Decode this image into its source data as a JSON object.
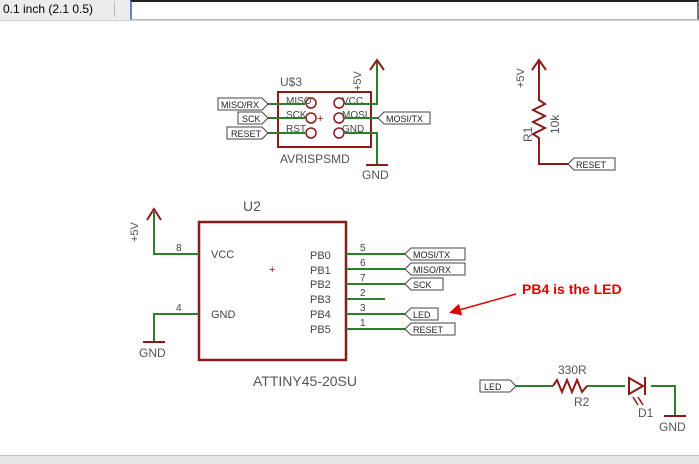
{
  "toolbar": {
    "grid_coordinate": "0.1 inch (2.1 0.5)",
    "command_input_value": ""
  },
  "colors": {
    "part": "#8b1a1a",
    "net": "#2e7d2e",
    "annotation": "#e00000",
    "label_border": "#444444",
    "background": "#ffffff"
  },
  "schematic": {
    "isp": {
      "name": "U$3",
      "value": "AVRISPSMD",
      "pins": [
        "MISO",
        "SCK",
        "RST",
        "VCC",
        "MOSI",
        "GND"
      ],
      "supply": "+5V",
      "ground": "GND",
      "net_labels": [
        "MISO/RX",
        "SCK",
        "RESET",
        "MOSI/TX"
      ]
    },
    "resistor_r1": {
      "name": "R1",
      "value": "10k",
      "supply": "+5V",
      "net_label": "RESET"
    },
    "mcu": {
      "name": "U2",
      "value": "ATTINY45-20SU",
      "supply": "+5V",
      "ground": "GND",
      "left_pins": [
        {
          "name": "VCC",
          "number": "8"
        },
        {
          "name": "GND",
          "number": "4"
        }
      ],
      "right_pins": [
        {
          "name": "PB0",
          "number": "5",
          "net": "MOSI/TX"
        },
        {
          "name": "PB1",
          "number": "6",
          "net": "MISO/RX"
        },
        {
          "name": "PB2",
          "number": "7",
          "net": "SCK"
        },
        {
          "name": "PB3",
          "number": "2",
          "net": ""
        },
        {
          "name": "PB4",
          "number": "3",
          "net": "LED"
        },
        {
          "name": "PB5",
          "number": "1",
          "net": "RESET"
        }
      ]
    },
    "led_circuit": {
      "net_label": "LED",
      "resistor_name": "R2",
      "resistor_value": "330R",
      "led_name": "D1",
      "ground": "GND"
    },
    "annotation": "PB4 is the LED"
  }
}
